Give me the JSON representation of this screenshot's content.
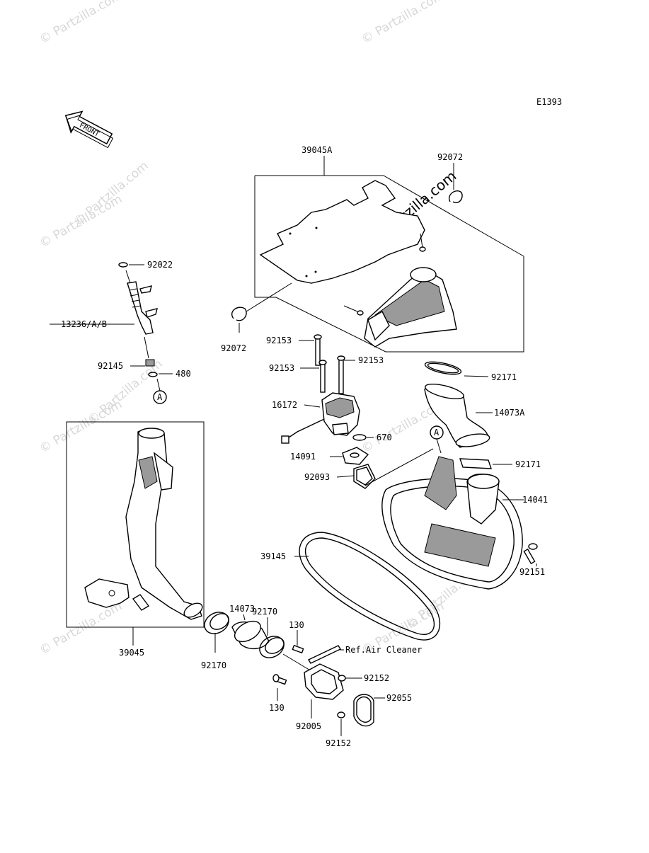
{
  "diagram_code": "E1393",
  "front_label": "FRONT",
  "watermark_text": "© Partzilla.com",
  "labels": {
    "p39045A": "39045A",
    "p92072_top": "92072",
    "p92072_left": "92072",
    "p92022": "92022",
    "p13236": "13236/A/B",
    "p92145": "92145",
    "p480": "480",
    "callout_a1": "A",
    "callout_a2": "A",
    "p92153_a": "92153",
    "p92153_b": "92153",
    "p92153_c": "92153",
    "p16172": "16172",
    "p670": "670",
    "p14091": "14091",
    "p92093": "92093",
    "p92171_a": "92171",
    "p14073A": "14073A",
    "p92171_b": "92171",
    "p14041": "14041",
    "p39145": "39145",
    "p92151": "92151",
    "p39045": "39045",
    "p14073": "14073",
    "p92170_a": "92170",
    "p92170_b": "92170",
    "p130_a": "130",
    "p130_b": "130",
    "ref_air": "Ref.Air Cleaner",
    "p92152_a": "92152",
    "p92152_b": "92152",
    "p92055": "92055",
    "p92005": "92005"
  },
  "colors": {
    "line": "#000000",
    "watermark": "#d8d8d8",
    "shade": "#9a9a9a"
  }
}
